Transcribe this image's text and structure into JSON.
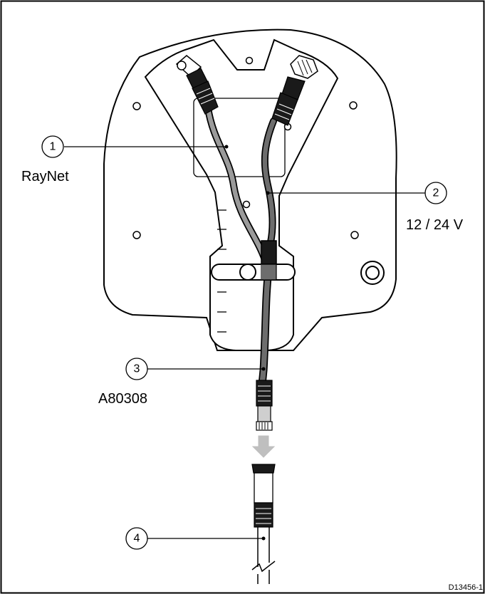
{
  "callouts": [
    {
      "number": "1",
      "label": "RayNet"
    },
    {
      "number": "2",
      "label": "12 / 24 V"
    },
    {
      "number": "3",
      "label": "A80308"
    },
    {
      "number": "4",
      "label": ""
    }
  ],
  "figure_code": "D13456-1",
  "colors": {
    "outline": "#000000",
    "body_fill": "#ffffff",
    "cable_fill": "#6d6d6d",
    "cable_light": "#9a9a9a",
    "connector_dark": "#1a1a1a",
    "arrow_fill": "#bfbfbf"
  }
}
